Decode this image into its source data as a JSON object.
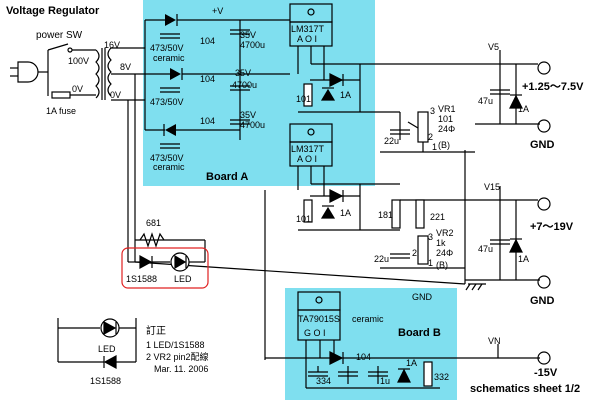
{
  "title": "Voltage Regulator",
  "power_sw": "power SW",
  "fuse": "1A fuse",
  "t_taps": [
    "100V",
    "0V",
    "16V",
    "8V",
    "0V"
  ],
  "boards": {
    "a": "Board A",
    "b": "Board B"
  },
  "plus_v": "+V",
  "caps": {
    "ceramic": "473/50V",
    "ceramic_word": "ceramic",
    "c104": "104",
    "c35": "35V",
    "c4700": "4700u",
    "c47": "47u",
    "c1a": "1A",
    "c22": "22u",
    "c334": "334",
    "c104b": "104",
    "c1u": "1u",
    "c332": "332"
  },
  "ics": {
    "reg1": "LM317T",
    "reg2": "LM317T",
    "reg3": "TA79015S",
    "pins_reg": "A O I",
    "pins_neg": "G O I"
  },
  "resistors": {
    "r101": "101",
    "r181": "181",
    "r221": "221",
    "r681": "681"
  },
  "vr1": {
    "name": "VR1",
    "v1": "101",
    "v2": "24Φ",
    "pin": "(B)",
    "p3": "3",
    "p2": "2",
    "p1": "1"
  },
  "vr2": {
    "name": "VR2",
    "v1": "1k",
    "v2": "24Φ",
    "pin": "(B)",
    "p3": "3",
    "p2": "2",
    "p1": "1"
  },
  "outputs": {
    "v5": "V5",
    "o1": "+1.25～7.5V",
    "gnd": "GND",
    "v15": "V15",
    "o2": "+7～19V",
    "gnd2": "GND",
    "vn": "VN",
    "o3": "-15V"
  },
  "gnd_mid": "GND",
  "led_parts": {
    "d1": "1S1588",
    "led": "LED"
  },
  "fix": {
    "title": "訂正",
    "l1": "1 LED/1S1588",
    "l2": "2  VR2  pin2配線",
    "date": "Mar. 11. 2006"
  },
  "fix_parts": {
    "led": "LED",
    "d": "1S1588"
  },
  "sheet": "schematics sheet 1/2"
}
